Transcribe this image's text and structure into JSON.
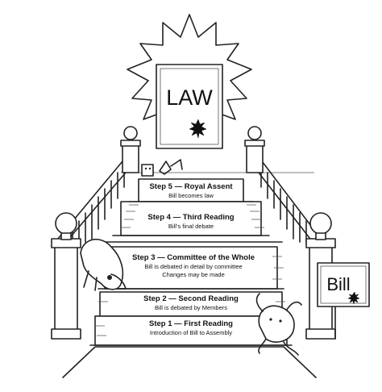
{
  "sign_top": {
    "word": "LAW"
  },
  "sign_side": {
    "word": "Bill"
  },
  "steps": [
    {
      "title": "Step 5 — Royal Assent",
      "lines": [
        "Bill becomes law"
      ]
    },
    {
      "title": "Step 4 — Third Reading",
      "lines": [
        "Bill’s final debate"
      ]
    },
    {
      "title": "Step 3 — Committee of the Whole",
      "lines": [
        "Bill is debated in detail by committee",
        "Changes may be made"
      ]
    },
    {
      "title": "Step 2 — Second Reading",
      "lines": [
        "Bill is debated by Members"
      ]
    },
    {
      "title": "Step 1 — First Reading",
      "lines": [
        "Introduction of Bill to Assembly"
      ]
    }
  ]
}
